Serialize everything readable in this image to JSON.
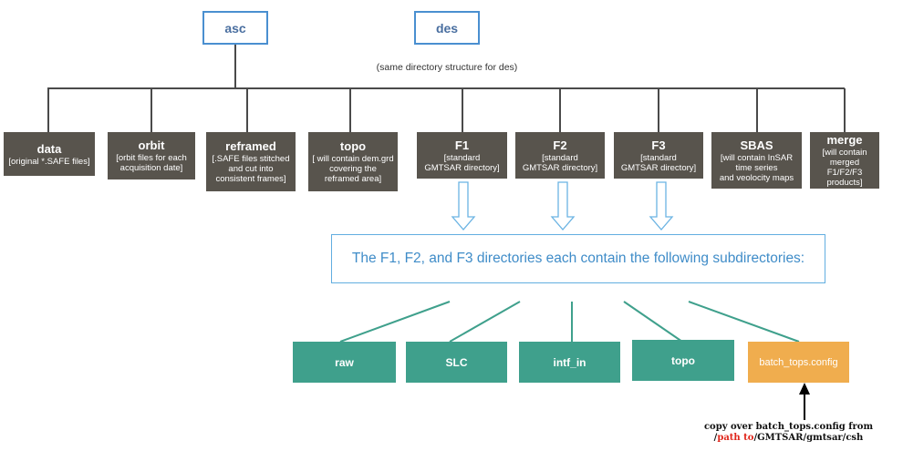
{
  "top_nodes": [
    {
      "label": "asc"
    },
    {
      "label": "des"
    }
  ],
  "note": "(same directory structure for des)",
  "directories": [
    {
      "title": "data",
      "desc": "[original *.SAFE files]"
    },
    {
      "title": "orbit",
      "desc": "[orbit files for each\nacquisition date]"
    },
    {
      "title": "reframed",
      "desc": "[.SAFE files stitched\nand cut into\nconsistent frames]"
    },
    {
      "title": "topo",
      "desc": "[ will contain dem.grd\ncovering the\nreframed area]"
    },
    {
      "title": "F1",
      "desc": "[standard\nGMTSAR directory]"
    },
    {
      "title": "F2",
      "desc": "[standard\nGMTSAR directory]"
    },
    {
      "title": "F3",
      "desc": "[standard\nGMTSAR directory]"
    },
    {
      "title": "SBAS",
      "desc": "[will contain InSAR\ntime series\nand veolocity maps"
    },
    {
      "title": "merge",
      "desc": "[will contain\nmerged F1/F2/F3\nproducts]"
    }
  ],
  "banner": "The F1, F2, and F3 directories each contain the following subdirectories:",
  "subdirectories": [
    {
      "label": "raw"
    },
    {
      "label": "SLC"
    },
    {
      "label": "intf_in"
    },
    {
      "label": "topo"
    },
    {
      "label": "batch_tops.config"
    }
  ],
  "copy_note": {
    "line1": "copy over batch_tops.config from",
    "line2_prefix": "/",
    "line2_red": "path to",
    "line2_suffix": "/GMTSAR/gmtsar/csh"
  },
  "colors": {
    "top_border": "#4a8fd0",
    "dark_box": "#58544d",
    "teal_box": "#3fa08c",
    "orange_box": "#f0ad4e",
    "banner_border": "#62aee0",
    "banner_text": "#3f8cc8",
    "connector_dark": "#4a4a4a",
    "connector_teal": "#3fa08c",
    "highlight_red": "#e0261b"
  }
}
